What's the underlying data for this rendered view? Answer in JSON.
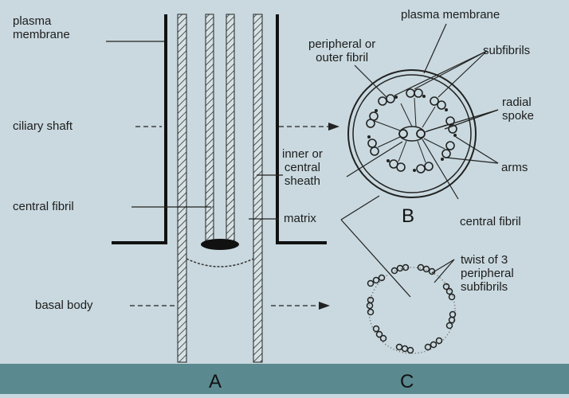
{
  "labels": {
    "plasma_membrane_left": [
      "plasma",
      "membrane"
    ],
    "ciliary_shaft": "ciliary shaft",
    "central_fibril_left": "central fibril",
    "basal_body": "basal body",
    "plasma_membrane_top": "plasma membrane",
    "peripheral_outer_fibril": [
      "peripheral or",
      "outer fibril"
    ],
    "subfibrils": "subfibrils",
    "radial_spoke": [
      "radial",
      "spoke"
    ],
    "arms": "arms",
    "inner_central_sheath": [
      "inner or",
      "central",
      "sheath"
    ],
    "matrix": "matrix",
    "central_fibril_right": "central fibril",
    "twist": [
      "twist of 3",
      "peripheral",
      "subfibrils"
    ]
  },
  "panels": {
    "a": "A",
    "b": "B",
    "c": "C"
  },
  "colors": {
    "background": "#c9d9df",
    "bar": "#5a8a8f",
    "ink": "#1d1d1d"
  }
}
